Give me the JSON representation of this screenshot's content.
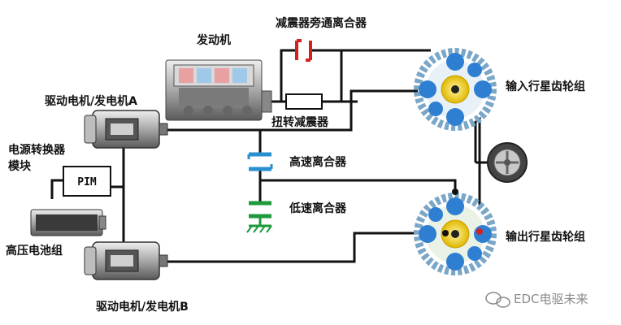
{
  "labels": {
    "engine": "发动机",
    "damper_bypass_clutch": "减震器旁通离合器",
    "torsional_damper": "扭转减震器",
    "motor_a": "驱动电机/发电机A",
    "power_converter_line1": "电源转换器",
    "power_converter_line2": "模块",
    "pim": "PIM",
    "battery": "高压电池组",
    "motor_b": "驱动电机/发电机B",
    "high_speed_clutch": "高速离合器",
    "low_speed_clutch": "低速离合器",
    "input_planetary": "输入行星齿轮组",
    "output_planetary": "输出行星齿轮组"
  },
  "watermark": "EDC电驱未来",
  "icons": {
    "clutch_bypass": "clutch-icon",
    "clutch_high": "clutch-icon",
    "clutch_low": "ground-clutch-icon",
    "wheel": "wheel-icon",
    "watermark_logo": "wechat-icon"
  },
  "colors": {
    "wire": "#111111",
    "bypass_clutch": "#d62020",
    "high_clutch": "#2a8fd0",
    "low_clutch": "#1e9a3c",
    "gear_blue": "#2e7fd1",
    "gear_yellow": "#f2d21a",
    "gear_ring": "#7aa6c8",
    "motor_gray": "#9a9a9a"
  }
}
